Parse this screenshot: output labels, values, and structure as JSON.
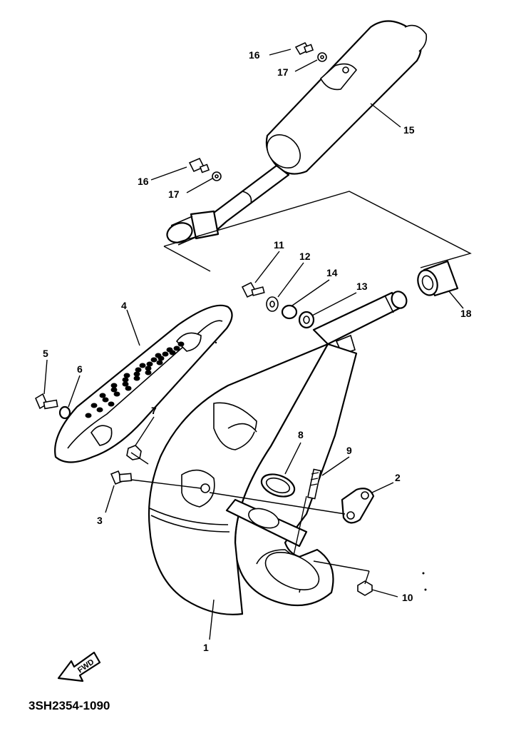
{
  "diagram": {
    "drawing_code": "3SH2354-1090",
    "fwd_label": "FWD",
    "callouts": {
      "c1": "1",
      "c2": "2",
      "c3": "3",
      "c4": "4",
      "c5": "5",
      "c6": "6",
      "c7": "7",
      "c8": "8",
      "c9": "9",
      "c10": "10",
      "c11": "11",
      "c12": "12",
      "c13": "13",
      "c14": "14",
      "c15": "15",
      "c16a": "16",
      "c17a": "17",
      "c16b": "16",
      "c17b": "17",
      "c18": "18"
    }
  }
}
